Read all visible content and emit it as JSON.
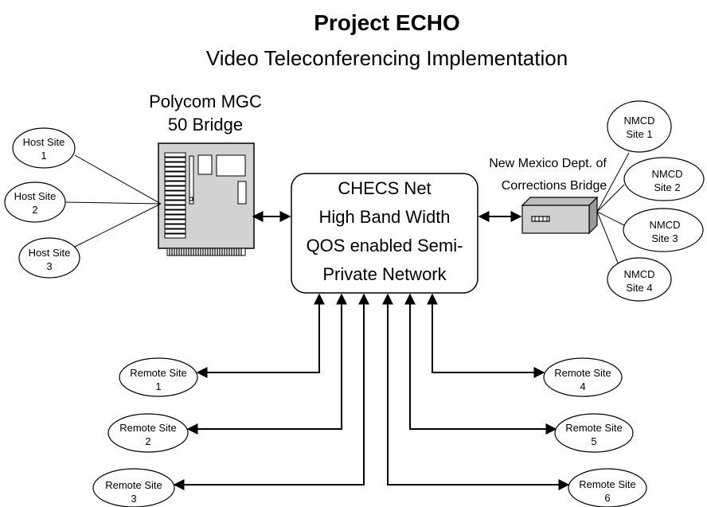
{
  "title": "Project ECHO",
  "subtitle": "Video Teleconferencing Implementation",
  "bridge": {
    "label_line1": "Polycom MGC",
    "label_line2": "50 Bridge"
  },
  "network": {
    "line1": "CHECS Net",
    "line2": "High Band Width",
    "line3": "QOS enabled Semi-",
    "line4": "Private Network"
  },
  "corrections": {
    "line1": "New Mexico Dept. of",
    "line2": "Corrections Bridge"
  },
  "host_sites": [
    {
      "line1": "Host Site",
      "line2": "1"
    },
    {
      "line1": "Host Site",
      "line2": "2"
    },
    {
      "line1": "Host Site",
      "line2": "3"
    }
  ],
  "nmcd_sites": [
    {
      "line1": "NMCD",
      "line2": "Site 1"
    },
    {
      "line1": "NMCD",
      "line2": "Site 2"
    },
    {
      "line1": "NMCD",
      "line2": "Site 3"
    },
    {
      "line1": "NMCD",
      "line2": "Site 4"
    }
  ],
  "remote_sites": [
    {
      "line1": "Remote Site",
      "line2": "1"
    },
    {
      "line1": "Remote Site",
      "line2": "2"
    },
    {
      "line1": "Remote Site",
      "line2": "3"
    },
    {
      "line1": "Remote Site",
      "line2": "4"
    },
    {
      "line1": "Remote Site",
      "line2": "5"
    },
    {
      "line1": "Remote Site",
      "line2": "6"
    }
  ]
}
